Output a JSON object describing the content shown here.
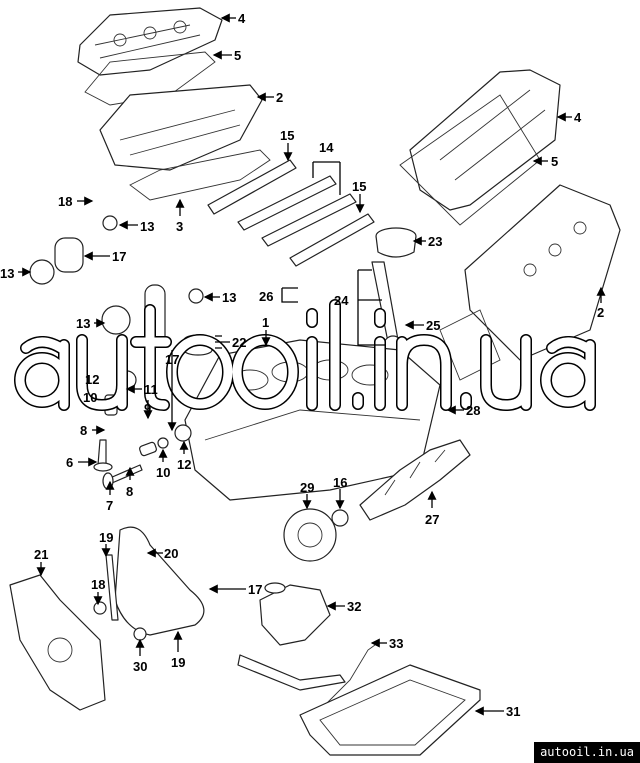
{
  "diagram": {
    "callouts": [
      "4",
      "5",
      "2",
      "15",
      "14",
      "15",
      "18",
      "13",
      "3",
      "23",
      "17",
      "13",
      "26",
      "24",
      "25",
      "13",
      "1",
      "22",
      "13",
      "4",
      "5",
      "2",
      "12",
      "11",
      "10",
      "9",
      "8",
      "6",
      "10",
      "12",
      "8",
      "7",
      "17",
      "28",
      "29",
      "16",
      "27",
      "21",
      "19",
      "20",
      "17",
      "18",
      "32",
      "33",
      "30",
      "19",
      "31"
    ]
  },
  "watermark": "autooil.in.ua",
  "badge": "autooil.in.ua"
}
